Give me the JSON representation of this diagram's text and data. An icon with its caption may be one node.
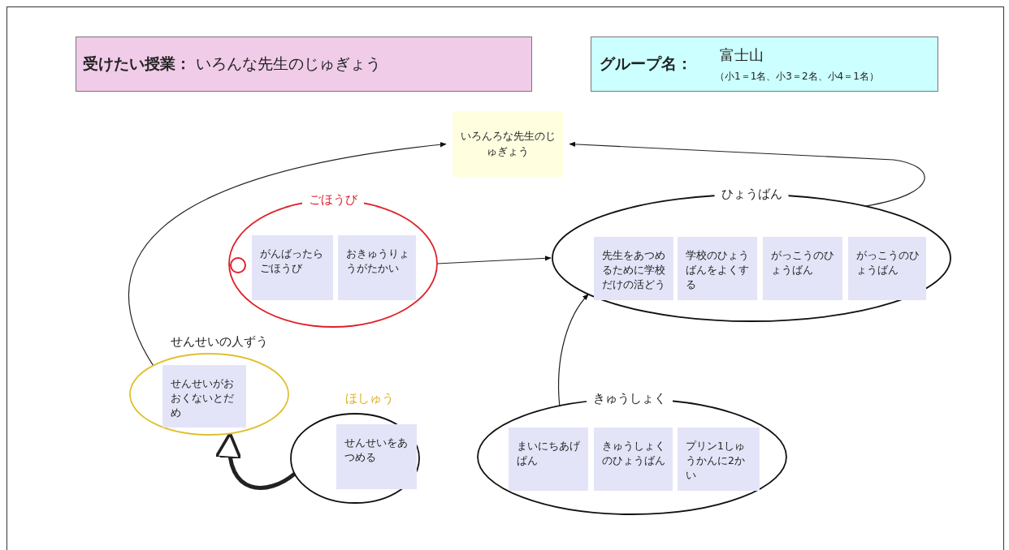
{
  "diagram": {
    "nodes": [
      {
        "text": [
          "**受けたい授業：** いろんな先生のじゅぎょう"
        ]
      },
      {
        "text": [
          "グループ名：",
          "富士山",
          "（小1＝1名、小3＝2名、小4＝1名）"
        ]
      },
      {
        "text": [
          "いろんろな先生のじゅぎょう"
        ]
      },
      {
        "text": [
          "ごほうび"
        ]
      },
      {
        "text": [
          "がんばったらごほうび"
        ],
        "in": 3
      },
      {
        "text": [
          "おきゅうりょうがたかい"
        ],
        "in": 3
      },
      {
        "text": [
          "ひょうばん"
        ]
      },
      {
        "text": [
          "先生をあつめるために学校だけの活どう"
        ],
        "in": 6
      },
      {
        "text": [
          "学校のひょうばんをよくする"
        ],
        "in": 6
      },
      {
        "text": [
          "がっこうのひょうばん"
        ],
        "in": 6
      },
      {
        "text": [
          "がっこうのひょうばん"
        ],
        "in": 6
      },
      {
        "text": [
          "せんせいの人ずう"
        ]
      },
      {
        "text": [
          "せんせいがおおくないとだめ"
        ],
        "in": 11
      },
      {
        "text": [
          "ほしゅう"
        ]
      },
      {
        "text": [
          "せんせいをあつめる"
        ],
        "in": 13
      },
      {
        "text": [
          "きゅうしょく"
        ]
      },
      {
        "text": [
          "まいにちあげぱん"
        ],
        "in": 15
      },
      {
        "text": [
          "きゅうしょくのひょうばん"
        ],
        "in": 15
      },
      {
        "text": [
          "プリン1しゅうかんに2かい"
        ],
        "in": 15
      }
    ],
    "edges": [
      {
        "from": 11,
        "to": 2,
        "arrow": "to"
      },
      {
        "from": 6,
        "to": 2,
        "arrow": "to"
      },
      {
        "from": 3,
        "to": 6,
        "arrow": "to"
      },
      {
        "from": 15,
        "to": 6,
        "arrow": "to"
      },
      {
        "from": 13,
        "to": 11,
        "arrow": "to",
        "style": "thick"
      }
    ]
  }
}
